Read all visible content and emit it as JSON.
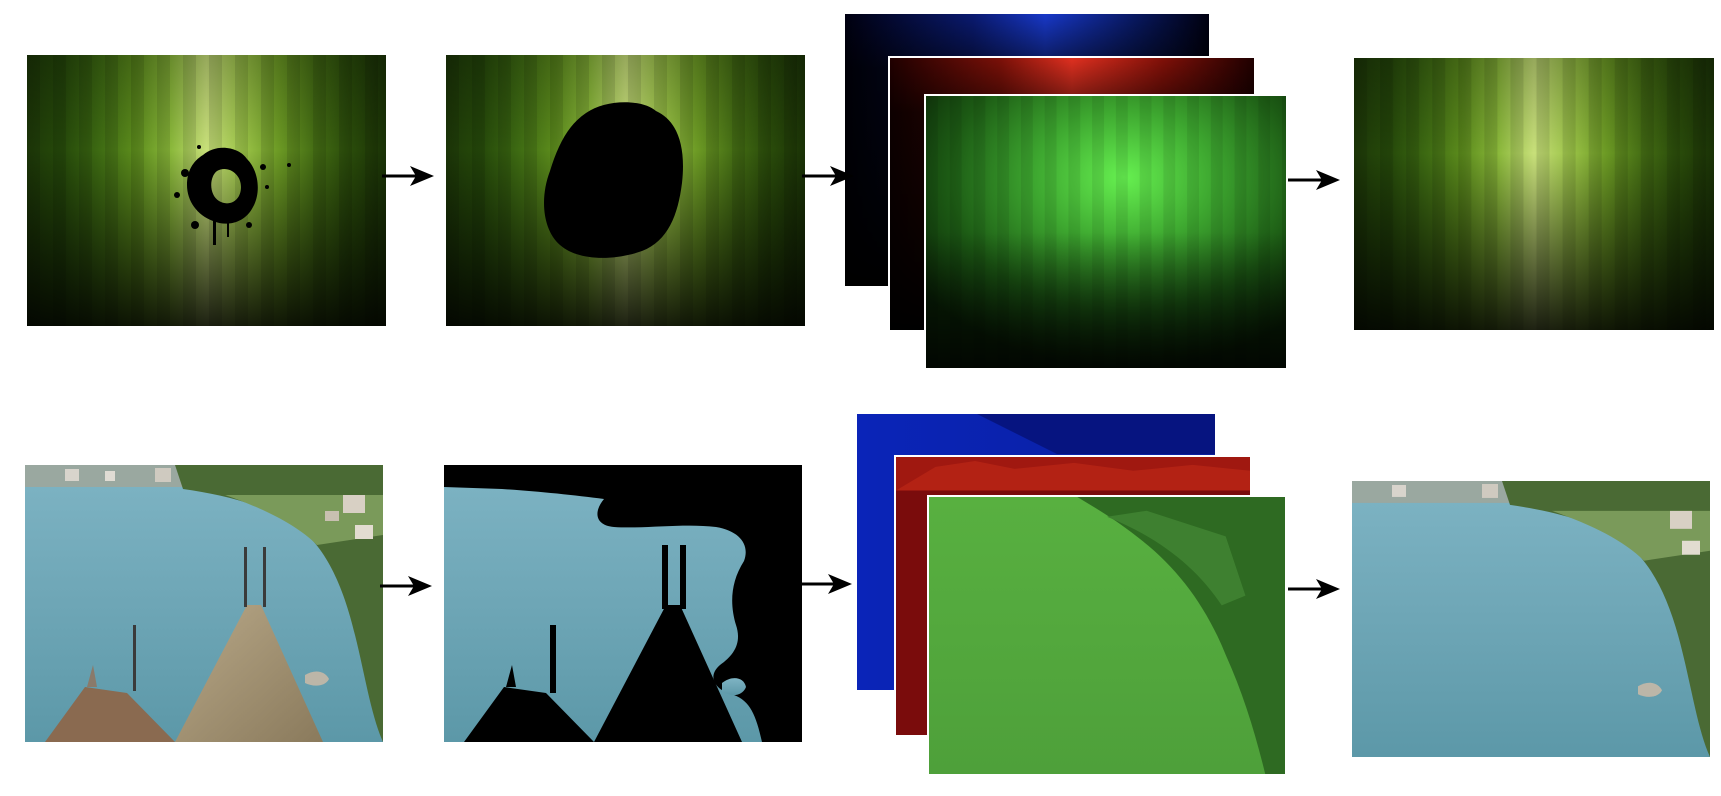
{
  "figure": {
    "rows": [
      {
        "id": "row-1",
        "scene": "green-striped-wallpaper",
        "steps": [
          "damaged-input-image",
          "damage-mask",
          "rgb-channel-decomposition",
          "restored-output-image"
        ],
        "channel_colors": {
          "blue": "#1030d0",
          "red": "#e03020",
          "green": "#60f050"
        },
        "blot_color": "#000000"
      },
      {
        "id": "row-2",
        "scene": "lake-view-with-rooftops",
        "steps": [
          "input-image-with-foreground-rooftops",
          "foreground-mask",
          "rgb-channel-decomposition",
          "restored-output-image"
        ],
        "channel_colors": {
          "blue": "#0a28c8",
          "red": "#8a1010",
          "green": "#5cb040"
        },
        "water_color": "#6fa6b4"
      }
    ],
    "arrow_color": "#000000"
  }
}
